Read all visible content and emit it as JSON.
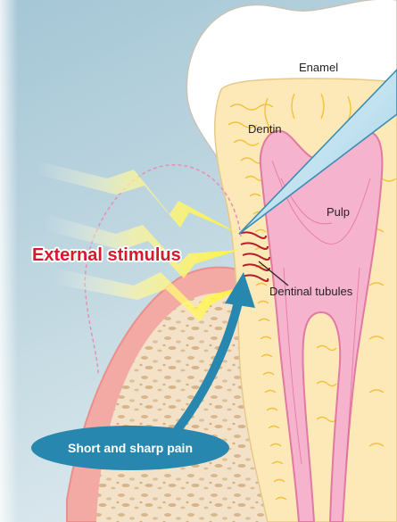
{
  "diagram": {
    "labels": {
      "enamel": "Enamel",
      "dentin": "Dentin",
      "pulp": "Pulp",
      "dentinal_tubules": "Dentinal tubules",
      "external_stimulus": "External stimulus",
      "pain": "Short and sharp pain"
    },
    "colors": {
      "background": "#a7c9d6",
      "enamel": "#ffffff",
      "dentin": "#fde7b2",
      "tubules": "#f2c12e",
      "pulp": "#f4a9c8",
      "gum": "#f3a8a2",
      "bone": "#f3dfc3",
      "stimulus_text": "#d7192d",
      "arrow": "#2787ae",
      "pain_badge": "#2787ae",
      "lightning": "#fff23a",
      "nerve_lines": "#b41e28"
    },
    "icons": [
      "lightning-bolt-icon",
      "probe-icon",
      "curved-arrow-icon"
    ]
  }
}
